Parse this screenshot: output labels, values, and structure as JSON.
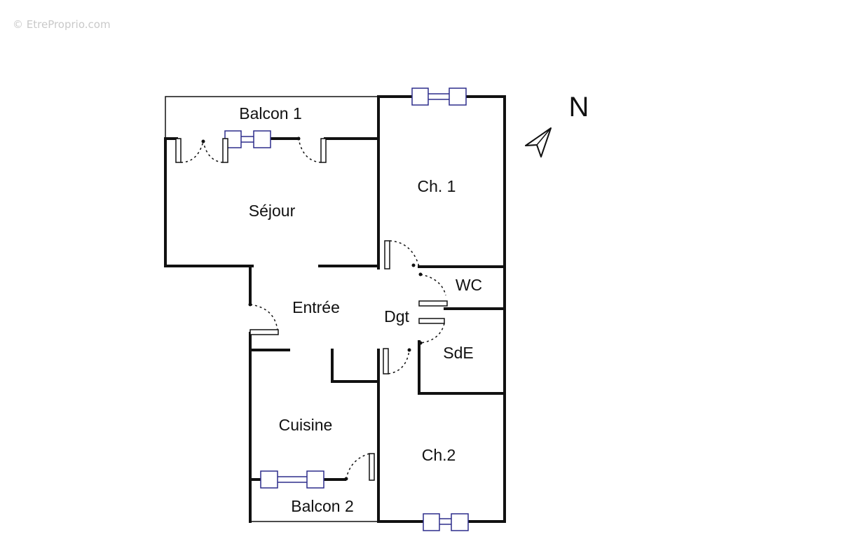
{
  "watermark": "© EtreProprio.com",
  "compass": {
    "label": "N",
    "icon": "north-arrow-icon"
  },
  "rooms": {
    "balcon1": "Balcon 1",
    "sejour": "Séjour",
    "ch1": "Ch. 1",
    "wc": "WC",
    "entree": "Entrée",
    "dgt": "Dgt",
    "sde": "SdE",
    "cuisine": "Cuisine",
    "ch2": "Ch.2",
    "balcon2": "Balcon 2"
  },
  "colors": {
    "walls": "#111111",
    "windows": "#2d2d8c",
    "watermark": "#c9c9c9"
  }
}
